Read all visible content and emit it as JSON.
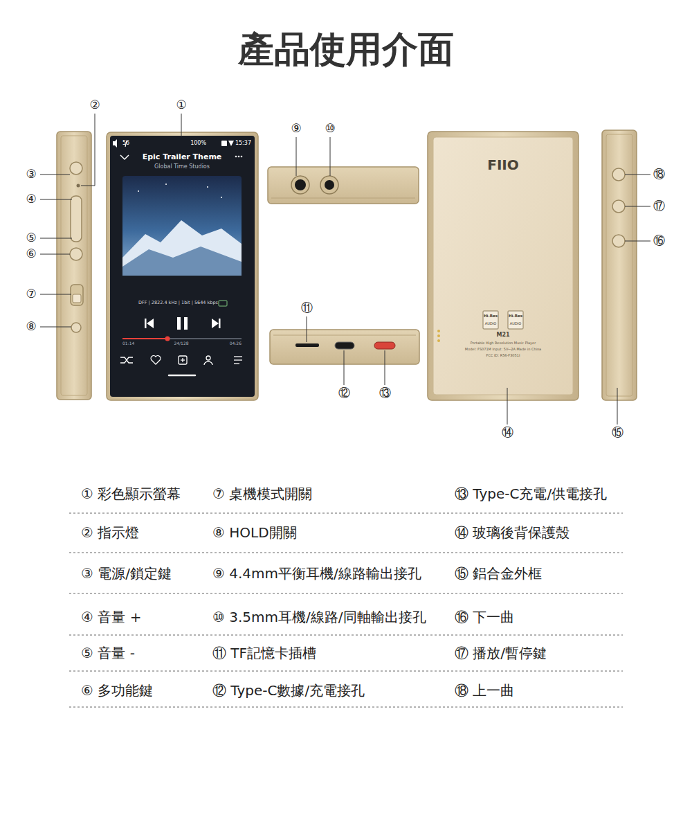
{
  "diagram": {
    "title": "產品使用介面",
    "labels": [
      "②",
      "①",
      "⑨",
      "⑩",
      "③",
      "④",
      "⑤",
      "⑥",
      "⑦",
      "⑧",
      "⑪",
      "⑫",
      "⑬",
      "⑭",
      "⑮",
      "⑱",
      "⑰",
      "⑯",
      "56",
      "100%",
      "15:37",
      "Epic Trailer Theme",
      "Global Time Studios",
      "DFF | 2822.4 kHz | 1bit | 5644 kbps",
      "01:14",
      "24/128",
      "04:26",
      "FIIO",
      "Hi-Res",
      "AUDIO",
      "Hi-Res",
      "AUDIO",
      "M21",
      "Portable High Resolution Music Player",
      "Model: FS071M  Input: 5V⎓2A  Made in China",
      "FCC ID: R56-F3051I",
      "① 彩色顯示螢幕",
      "⑦ 桌機模式開關",
      "⑬ Type-C充電/供電接孔",
      "② 指示燈",
      "⑧ HOLD開關",
      "⑭ 玻璃後背保護殼",
      "③ 電源/鎖定鍵",
      "⑨ 4.4mm平衡耳機/線路輸出接孔",
      "⑮ 鋁合金外框",
      "④ 音量 +",
      "⑩ 3.5mm耳機/線路/同軸輸出接孔",
      "⑯ 下一曲",
      "⑤ 音量 -",
      "⑪ TF記憶卡插槽",
      "⑰ 播放/暫停鍵",
      "⑥ 多功能鍵",
      "⑫ Type-C數據/充電接孔",
      "⑱ 上一曲"
    ]
  }
}
